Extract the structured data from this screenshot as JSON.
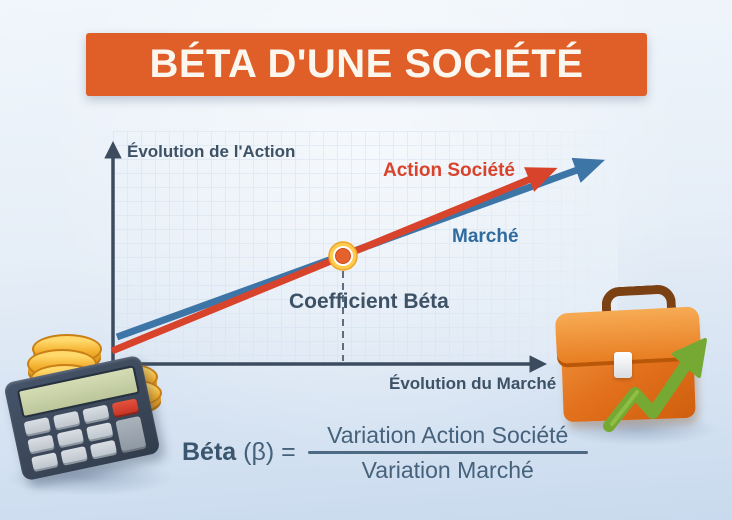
{
  "title": "BÉTA D'UNE SOCIÉTÉ",
  "chart": {
    "y_axis_label": "Évolution de l'Action",
    "x_axis_label": "Évolution du Marché",
    "point_label": "Coefficient Béta",
    "series": [
      {
        "name": "Action Société",
        "color": "#D8432C",
        "role": "company-stock-line"
      },
      {
        "name": "Marché",
        "color": "#3E75A7",
        "role": "market-line"
      }
    ]
  },
  "formula": {
    "lhs_bold": "Béta",
    "lhs_rest": " (β) =",
    "numerator": "Variation Action Société",
    "denominator": "Variation Marché"
  },
  "colors": {
    "banner": "#E05F28",
    "banner_text": "#FBF7EF",
    "axis_and_text": "#3E5266",
    "red_line": "#D8432C",
    "blue_line": "#3E75A7",
    "marker_outer": "#FFCB4D",
    "marker_inner": "#E7612C",
    "formula_text": "#46627B",
    "background_top": "#F0F6FB",
    "background_bottom": "#C9DAEE",
    "green_arrow": "#76A934"
  },
  "icons": {
    "calculator": "calculator-icon",
    "coins": "coins-icon",
    "briefcase": "briefcase-icon",
    "growth_arrow": "growth-arrow-icon"
  }
}
